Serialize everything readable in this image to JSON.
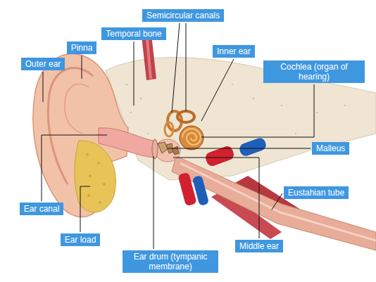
{
  "diagram": {
    "nodes": [
      {
        "text": [
          "Semicircular canals"
        ]
      },
      {
        "text": [
          "Temporal bone"
        ]
      },
      {
        "text": [
          "Pinna"
        ]
      },
      {
        "text": [
          "Inner ear"
        ]
      },
      {
        "text": [
          "Outer ear"
        ]
      },
      {
        "text": [
          "Cochlea (organ of hearing)"
        ]
      },
      {
        "text": [
          "Malleus"
        ]
      },
      {
        "text": [
          "Eustahian tube"
        ]
      },
      {
        "text": [
          "Ear canal"
        ]
      },
      {
        "text": [
          "Ear load"
        ]
      },
      {
        "text": [
          "Middle ear"
        ]
      },
      {
        "text": [
          "Ear drum (tympanic membrane)"
        ]
      }
    ]
  }
}
